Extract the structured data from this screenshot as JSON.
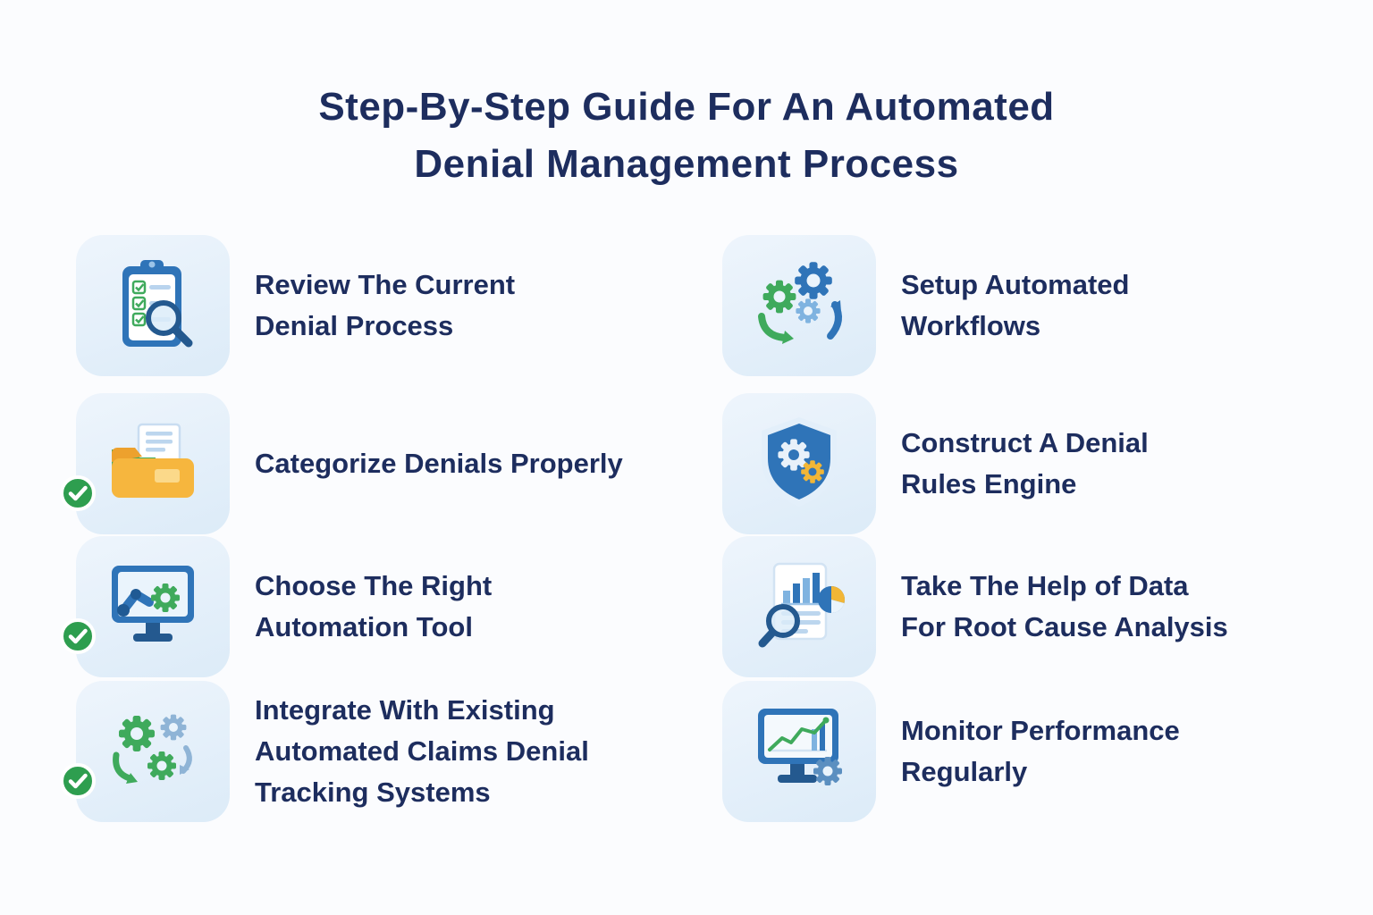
{
  "title": {
    "line1": "Step-By-Step Guide For An Automated",
    "line2": "Denial Management Process"
  },
  "steps": {
    "left": [
      {
        "label": "Review The Current\nDenial Process",
        "icon": "clipboard-checklist-magnifier",
        "completed": false
      },
      {
        "label": "Categorize Denials Properly",
        "icon": "folder-with-documents",
        "completed": true
      },
      {
        "label": "Choose The Right\nAutomation Tool",
        "icon": "monitor-robot-arm-gear",
        "completed": true
      },
      {
        "label": "Integrate With Existing\nAutomated Claims Denial\nTracking Systems",
        "icon": "integration-gears-arrows",
        "completed": true
      }
    ],
    "right": [
      {
        "label": "Setup Automated\nWorkflows",
        "icon": "workflow-gears-cycle-arrows",
        "completed": false
      },
      {
        "label": "Construct A Denial\nRules Engine",
        "icon": "shield-with-gears",
        "completed": false
      },
      {
        "label": "Take The Help of Data\nFor Root Cause Analysis",
        "icon": "report-charts-magnifier",
        "completed": false
      },
      {
        "label": "Monitor Performance\nRegularly",
        "icon": "monitor-line-chart-gear",
        "completed": false
      }
    ]
  },
  "colors": {
    "page_bg": "#fbfcfe",
    "title_text": "#1d2d5e",
    "label_text": "#1d2d5e",
    "tile_bg_start": "#eef5fc",
    "tile_bg_end": "#dcebf8",
    "badge_green": "#2e9e4f",
    "accent_blue": "#2f74b8",
    "accent_dark_blue": "#24598f",
    "accent_green": "#3faa5c",
    "accent_yellow": "#f2b636"
  }
}
